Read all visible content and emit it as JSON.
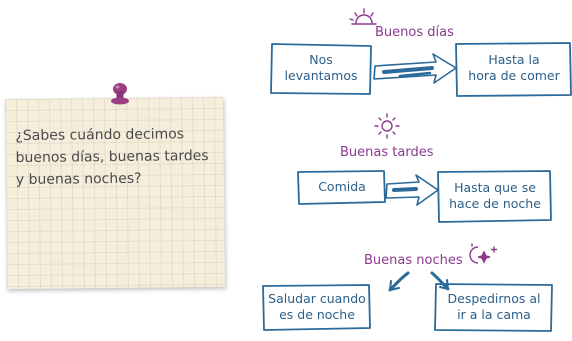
{
  "note": {
    "question_lines": [
      "¿Sabes cuándo decimos",
      "buenos días, buenas tardes",
      "y buenas noches?"
    ]
  },
  "sections": {
    "morning": {
      "heading": "Buenos días",
      "icon": "sunrise-icon",
      "from": [
        "Nos",
        "levantamos"
      ],
      "to": [
        "Hasta la",
        "hora de comer"
      ]
    },
    "afternoon": {
      "heading": "Buenas tardes",
      "icon": "sun-icon",
      "from": [
        "Comida"
      ],
      "to": [
        "Hasta que se",
        "hace de noche"
      ]
    },
    "night": {
      "heading": "Buenas noches",
      "icon": "moon-stars-icon",
      "left": [
        "Saludar cuando",
        "es de noche"
      ],
      "right": [
        "Despedirnos al",
        "ir a la cama"
      ]
    }
  },
  "colors": {
    "heading": "#8b3a8f",
    "box_stroke": "#2b6a99",
    "box_text": "#2b5f8a",
    "pin": "#9b3f86",
    "note_bg": "#f6eedc"
  }
}
